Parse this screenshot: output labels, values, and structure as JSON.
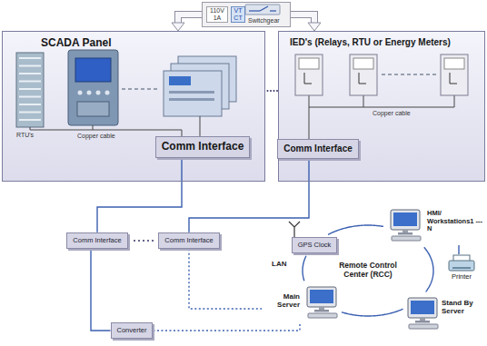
{
  "diagram": {
    "nodes": [
      {
        "text": [
          "110V 1A",
          "VT CT",
          "Switchgear"
        ]
      },
      {
        "text": [
          "SCADA Panel"
        ]
      },
      {
        "text": [
          "Comm Interface"
        ],
        "in": 1
      },
      {
        "text": [
          "IED's (Relays, RTU or Energy Meters)"
        ]
      },
      {
        "text": [
          "Comm Interface"
        ],
        "in": 3
      },
      {
        "text": [
          "Comm Interface"
        ]
      },
      {
        "text": [
          "Comm Interface"
        ]
      },
      {
        "text": [
          "GPS Clock"
        ]
      },
      {
        "text": [
          "HMI/ Workstations1 --- N"
        ]
      },
      {
        "text": [
          "Printer"
        ]
      },
      {
        "text": [
          "Main Server"
        ]
      },
      {
        "text": [
          "Stand By Server"
        ]
      },
      {
        "text": [
          "Converter"
        ]
      }
    ],
    "edges": [
      {
        "from": 0,
        "to": 1,
        "arrow": "to"
      },
      {
        "from": 0,
        "to": 3,
        "arrow": "to"
      },
      {
        "from": 2,
        "to": 5,
        "arrow": "none"
      },
      {
        "from": 4,
        "to": 6,
        "arrow": "none"
      },
      {
        "from": 5,
        "to": 12,
        "arrow": "none"
      },
      {
        "from": 12,
        "to": 10,
        "arrow": "none"
      },
      {
        "from": 6,
        "to": 10,
        "arrow": "none"
      },
      {
        "from": 7,
        "to": 8,
        "arrow": "none"
      },
      {
        "from": 8,
        "to": 11,
        "arrow": "none"
      },
      {
        "from": 11,
        "to": 10,
        "arrow": "none"
      },
      {
        "from": 10,
        "to": 7,
        "arrow": "none"
      },
      {
        "from": 8,
        "to": 9,
        "arrow": "none"
      }
    ],
    "labels": [
      "RTU's",
      "Copper cable",
      "Copper cable",
      "LAN",
      "Remote Control Center (RCC)"
    ]
  }
}
